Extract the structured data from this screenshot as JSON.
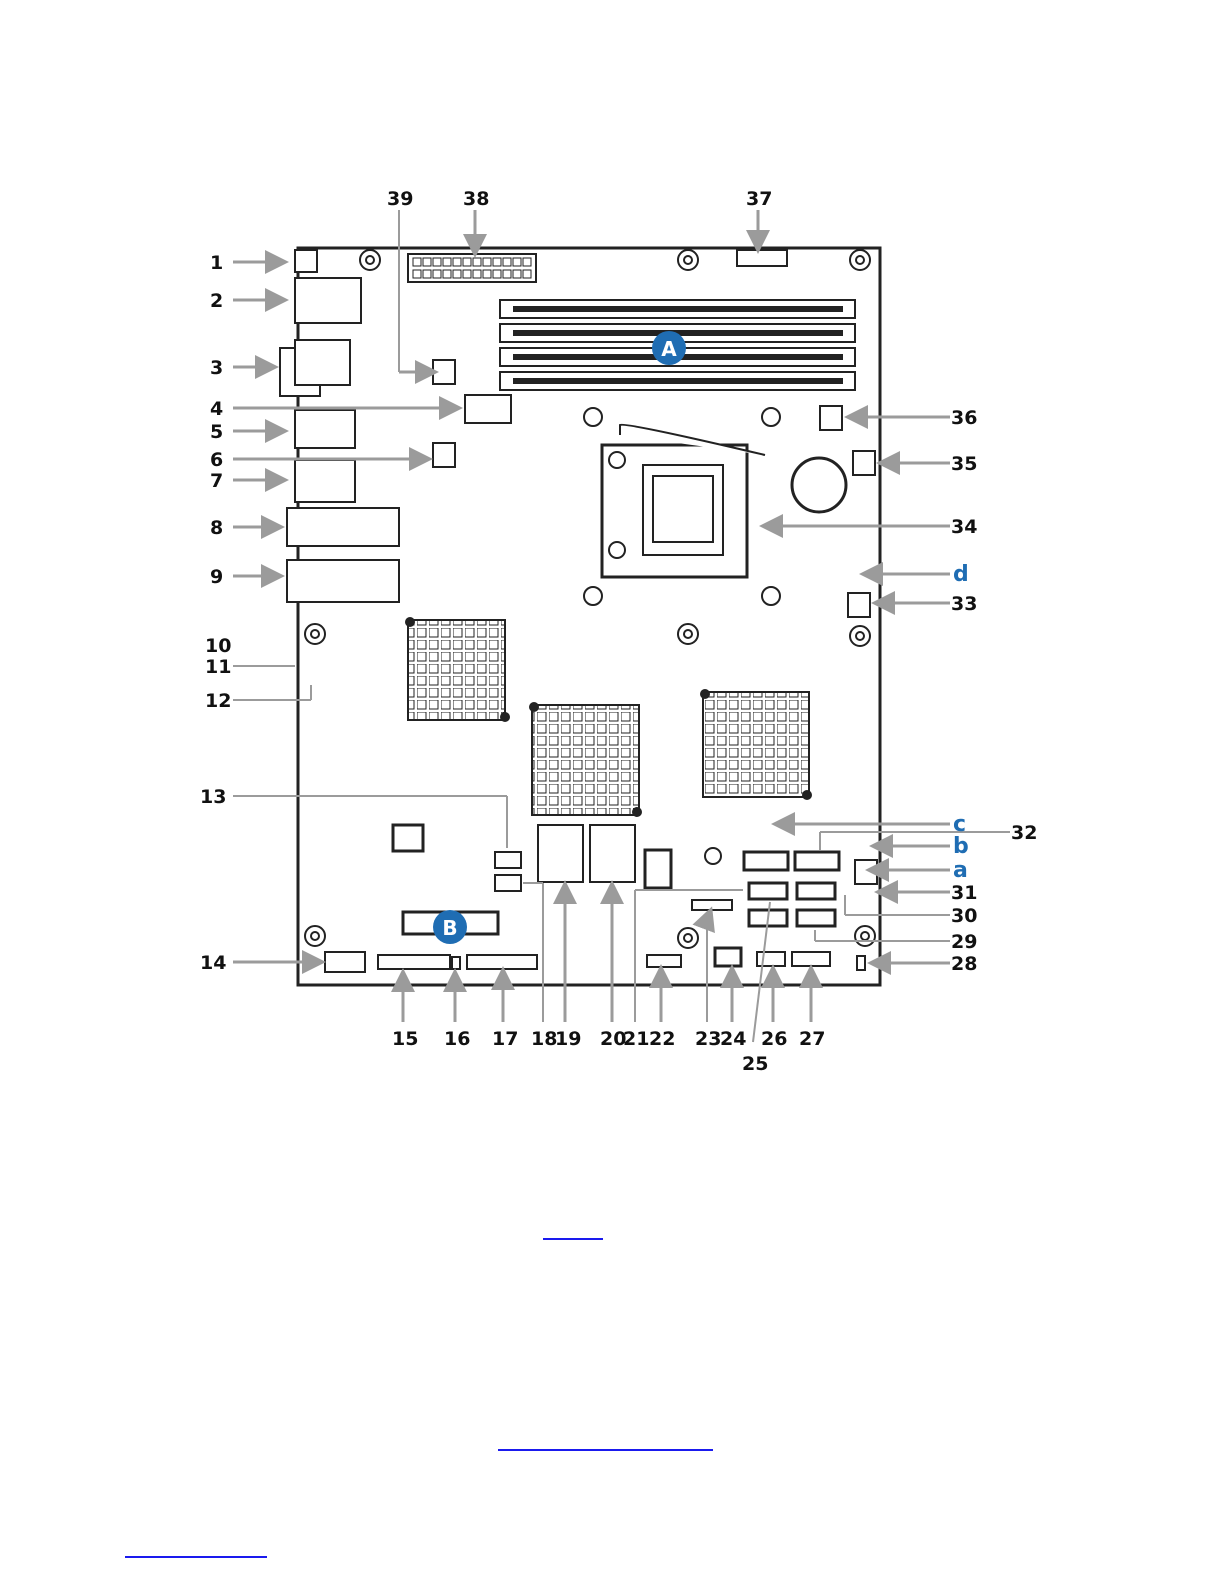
{
  "callouts": {
    "numbers": [
      "1",
      "2",
      "3",
      "4",
      "5",
      "6",
      "7",
      "8",
      "9",
      "10",
      "11",
      "12",
      "13",
      "14",
      "15",
      "16",
      "17",
      "18",
      "19",
      "20",
      "21",
      "22",
      "23",
      "24",
      "25",
      "26",
      "27",
      "28",
      "29",
      "30",
      "31",
      "32",
      "33",
      "34",
      "35",
      "36",
      "37",
      "38",
      "39"
    ],
    "letters": {
      "A": "A",
      "B": "B",
      "a": "a",
      "b": "b",
      "c": "c",
      "d": "d"
    }
  },
  "colors": {
    "callout_arrow": "#9b9b9b",
    "badge_blue": "#1f6db3",
    "link_blue": "#1a1aee"
  }
}
